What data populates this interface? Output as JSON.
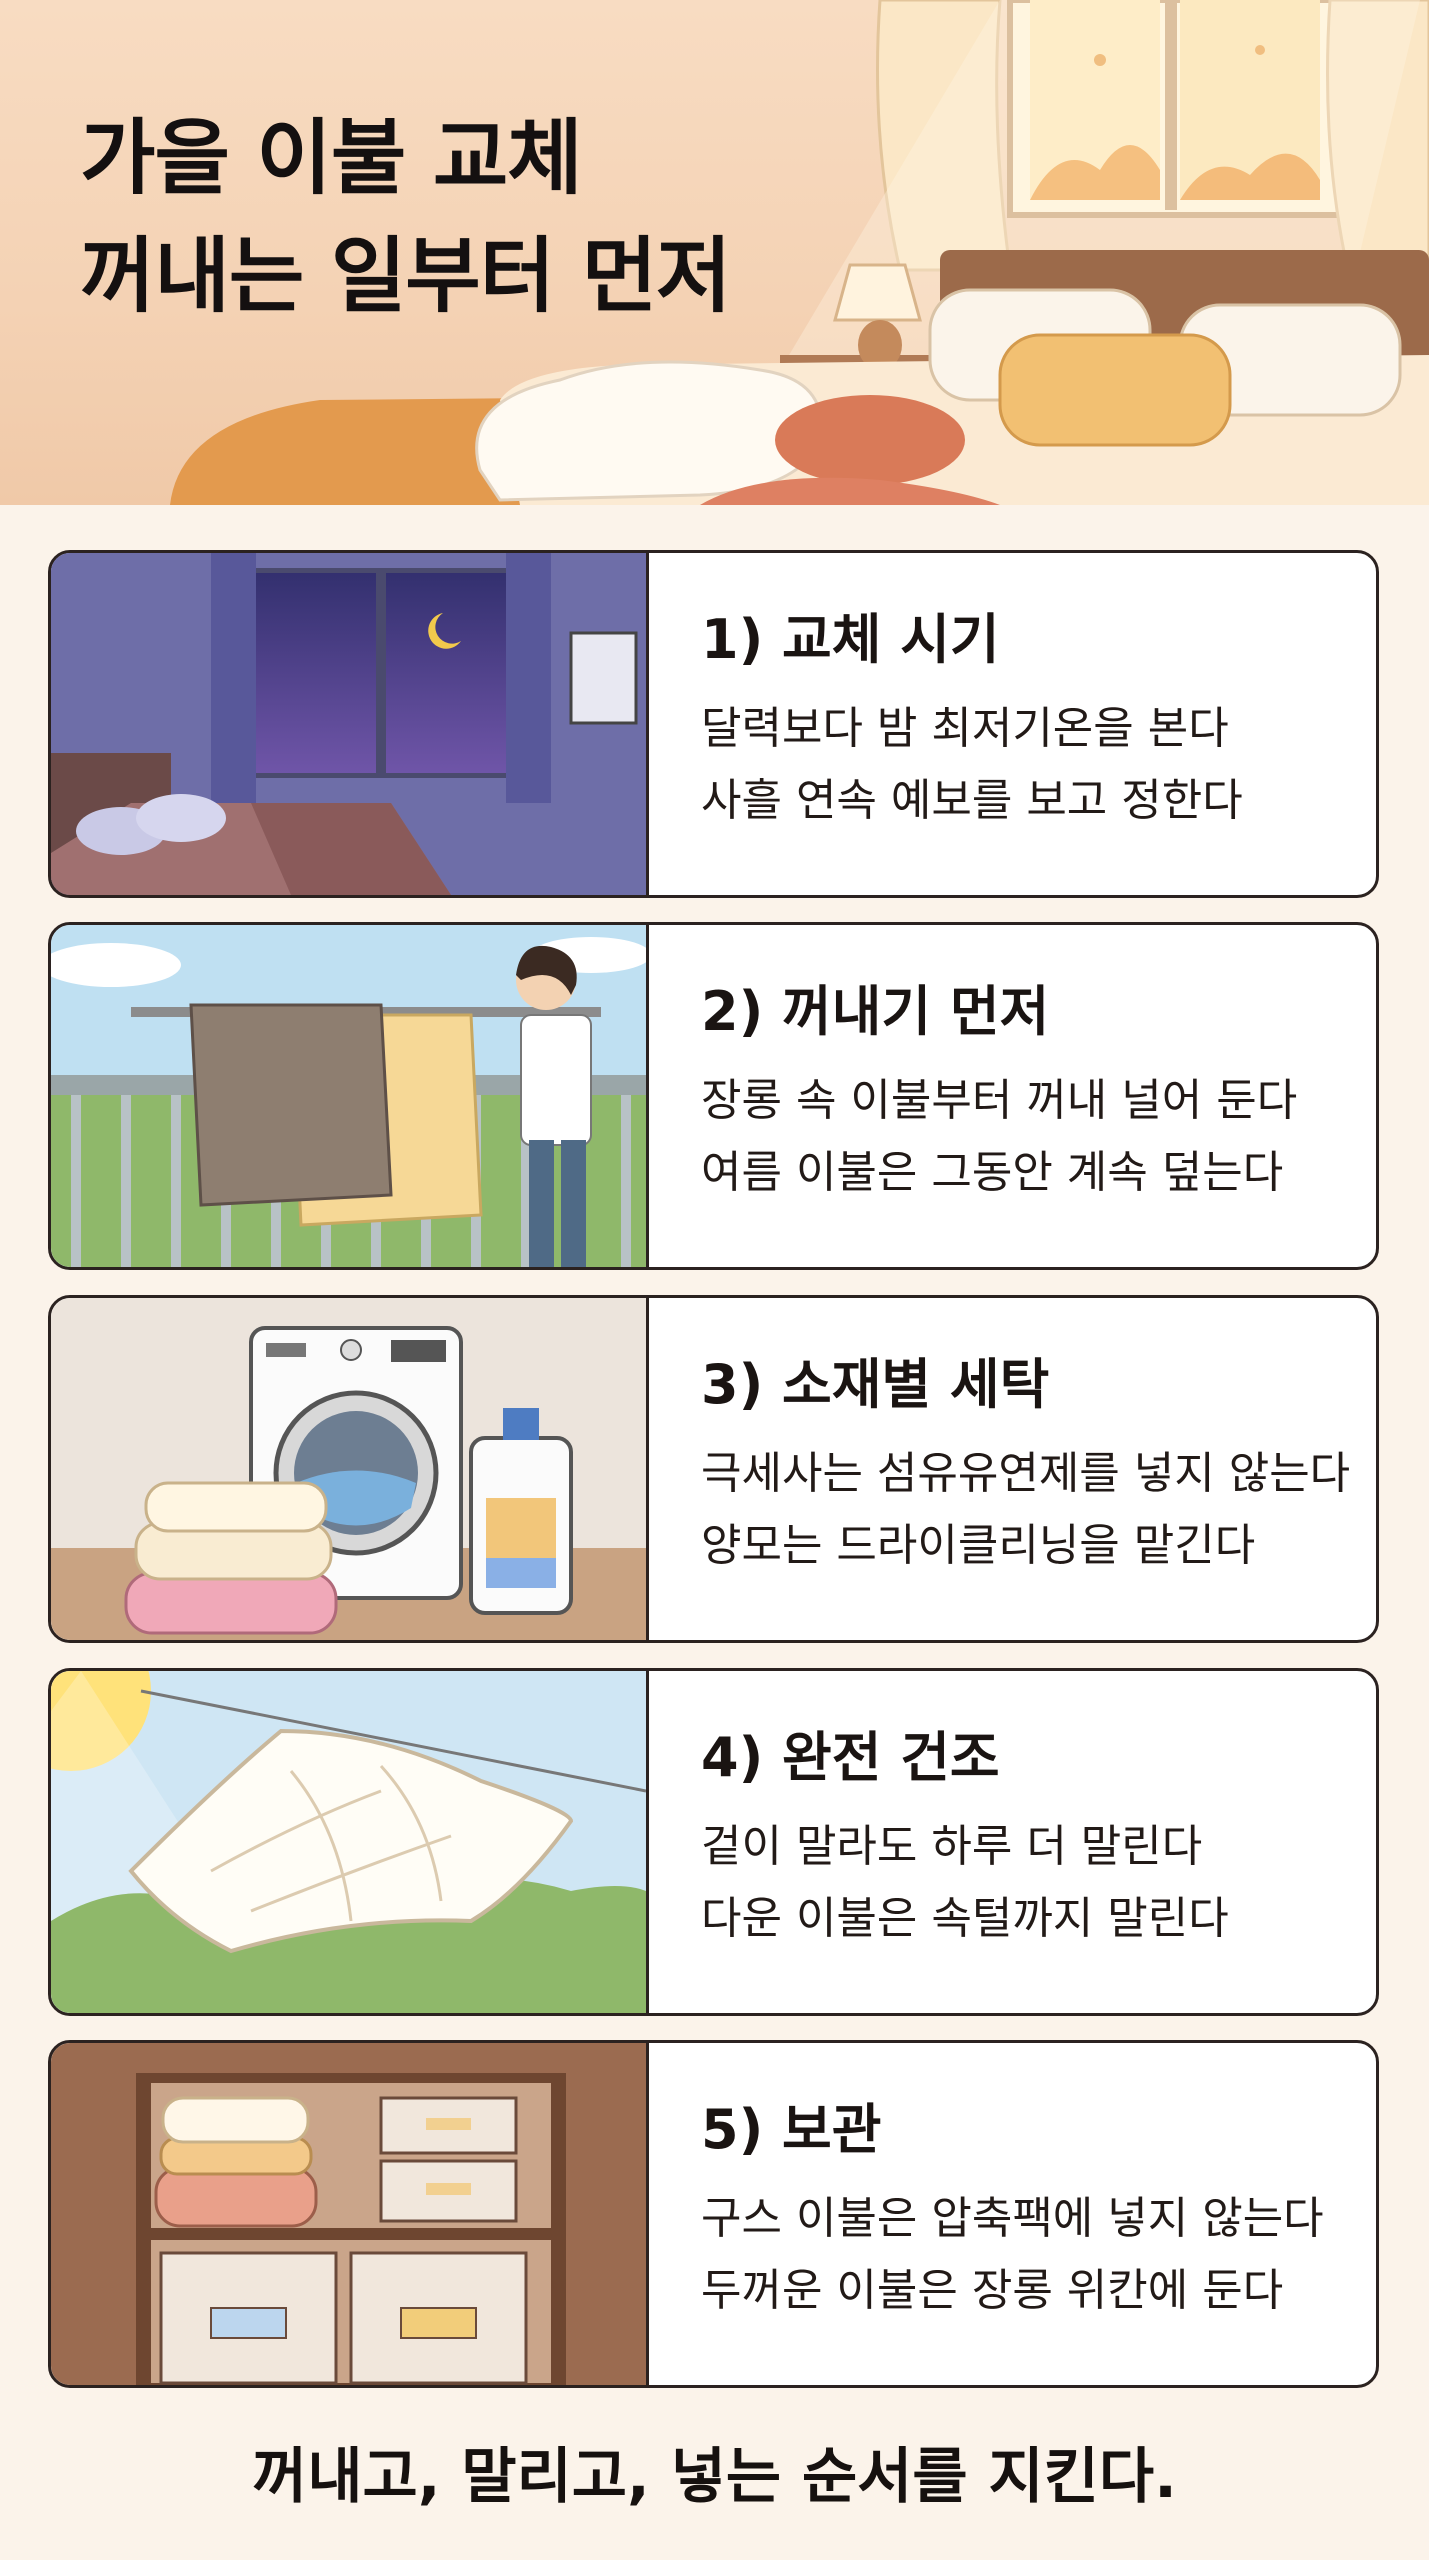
{
  "title": {
    "line1": "가을 이불 교체",
    "line2": "꺼내는 일부터 먼저"
  },
  "steps": [
    {
      "heading": "1) 교체 시기",
      "line1": "달력보다 밤 최저기온을 본다",
      "line2": "사흘 연속 예보를 보고 정한다",
      "illustration": "night-bedroom-illustration"
    },
    {
      "heading": "2) 꺼내기 먼저",
      "line1": "장롱 속 이불부터 꺼내 널어 둔다",
      "line2": "여름 이불은 그동안 계속 덮는다",
      "illustration": "airing-blankets-illustration"
    },
    {
      "heading": "3) 소재별 세탁",
      "line1": "극세사는 섬유유연제를 넣지 않는다",
      "line2": "양모는 드라이클리닝을 맡긴다",
      "illustration": "washing-machine-illustration"
    },
    {
      "heading": "4) 완전 건조",
      "line1": "겉이 말라도 하루 더 말린다",
      "line2": "다운 이불은 속털까지 말린다",
      "illustration": "drying-duvet-illustration"
    },
    {
      "heading": "5) 보관",
      "line1": "구스 이불은 압축팩에 넣지 않는다",
      "line2": "두꺼운 이불은 장롱 위칸에 둔다",
      "illustration": "closet-storage-illustration"
    }
  ],
  "footer": "꺼내고, 말리고, 넣는 순서를 지킨다.",
  "colors": {
    "background": "#fbf3ea",
    "hero": "#f4d2b4",
    "card_border": "#2b2220",
    "text": "#1b1410"
  }
}
